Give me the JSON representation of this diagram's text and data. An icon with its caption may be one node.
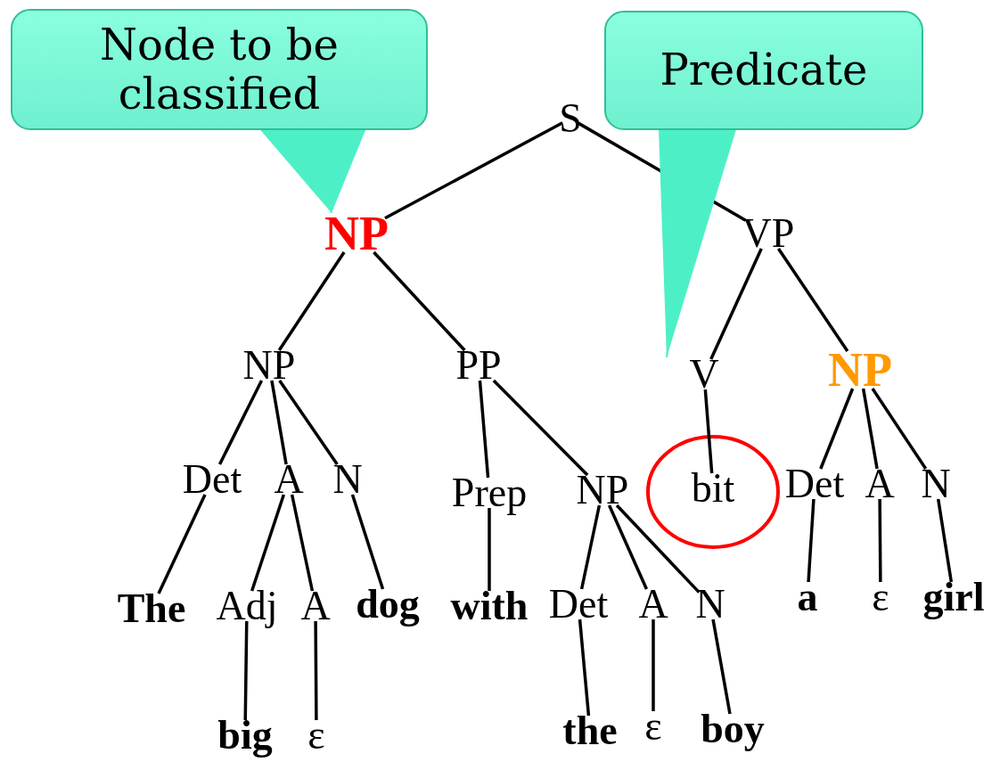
{
  "diagram": {
    "nodes": [
      {
        "text": [
          "Node to be classified"
        ]
      },
      {
        "text": [
          "Predicate"
        ]
      },
      {
        "text": [
          "S"
        ]
      },
      {
        "text": [
          "NP"
        ]
      },
      {
        "text": [
          "VP"
        ]
      },
      {
        "text": [
          "NP"
        ]
      },
      {
        "text": [
          "PP"
        ]
      },
      {
        "text": [
          "V"
        ]
      },
      {
        "text": [
          "NP"
        ]
      },
      {
        "text": [
          "Det"
        ]
      },
      {
        "text": [
          "A"
        ]
      },
      {
        "text": [
          "N"
        ]
      },
      {
        "text": [
          "Prep"
        ]
      },
      {
        "text": [
          "NP"
        ]
      },
      {
        "text": [
          "bit"
        ]
      },
      {
        "text": [
          "Det"
        ]
      },
      {
        "text": [
          "A"
        ]
      },
      {
        "text": [
          "N"
        ]
      },
      {
        "text": [
          "The"
        ]
      },
      {
        "text": [
          "Adj"
        ]
      },
      {
        "text": [
          "A"
        ]
      },
      {
        "text": [
          "dog"
        ]
      },
      {
        "text": [
          "with"
        ]
      },
      {
        "text": [
          "Det"
        ]
      },
      {
        "text": [
          "A"
        ]
      },
      {
        "text": [
          "N"
        ]
      },
      {
        "text": [
          "a"
        ]
      },
      {
        "text": [
          "ε"
        ]
      },
      {
        "text": [
          "girl"
        ]
      },
      {
        "text": [
          "big"
        ]
      },
      {
        "text": [
          "ε"
        ]
      },
      {
        "text": [
          "the"
        ]
      },
      {
        "text": [
          "ε"
        ]
      },
      {
        "text": [
          "boy"
        ]
      }
    ],
    "edges": [
      {
        "from": 0,
        "to": 3,
        "arrow": "to",
        "color": "#4df0c6"
      },
      {
        "from": 1,
        "to": 7,
        "arrow": "to",
        "color": "#4df0c6"
      },
      {
        "from": 2,
        "to": 3,
        "arrow": "none"
      },
      {
        "from": 2,
        "to": 4,
        "arrow": "none"
      },
      {
        "from": 3,
        "to": 5,
        "arrow": "none"
      },
      {
        "from": 3,
        "to": 6,
        "arrow": "none"
      },
      {
        "from": 4,
        "to": 7,
        "arrow": "none"
      },
      {
        "from": 4,
        "to": 8,
        "arrow": "none"
      },
      {
        "from": 5,
        "to": 9,
        "arrow": "none"
      },
      {
        "from": 5,
        "to": 10,
        "arrow": "none"
      },
      {
        "from": 5,
        "to": 11,
        "arrow": "none"
      },
      {
        "from": 6,
        "to": 12,
        "arrow": "none"
      },
      {
        "from": 6,
        "to": 13,
        "arrow": "none"
      },
      {
        "from": 7,
        "to": 14,
        "arrow": "none"
      },
      {
        "from": 8,
        "to": 15,
        "arrow": "none"
      },
      {
        "from": 8,
        "to": 16,
        "arrow": "none"
      },
      {
        "from": 8,
        "to": 17,
        "arrow": "none"
      },
      {
        "from": 9,
        "to": 18,
        "arrow": "none"
      },
      {
        "from": 10,
        "to": 19,
        "arrow": "none"
      },
      {
        "from": 10,
        "to": 20,
        "arrow": "none"
      },
      {
        "from": 11,
        "to": 21,
        "arrow": "none"
      },
      {
        "from": 12,
        "to": 22,
        "arrow": "none"
      },
      {
        "from": 13,
        "to": 23,
        "arrow": "none"
      },
      {
        "from": 13,
        "to": 24,
        "arrow": "none"
      },
      {
        "from": 13,
        "to": 25,
        "arrow": "none"
      },
      {
        "from": 15,
        "to": 26,
        "arrow": "none"
      },
      {
        "from": 16,
        "to": 27,
        "arrow": "none"
      },
      {
        "from": 17,
        "to": 28,
        "arrow": "none"
      },
      {
        "from": 19,
        "to": 29,
        "arrow": "none"
      },
      {
        "from": 20,
        "to": 30,
        "arrow": "none"
      },
      {
        "from": 23,
        "to": 31,
        "arrow": "none"
      },
      {
        "from": 24,
        "to": 32,
        "arrow": "none"
      },
      {
        "from": 25,
        "to": 33,
        "arrow": "none"
      }
    ]
  }
}
